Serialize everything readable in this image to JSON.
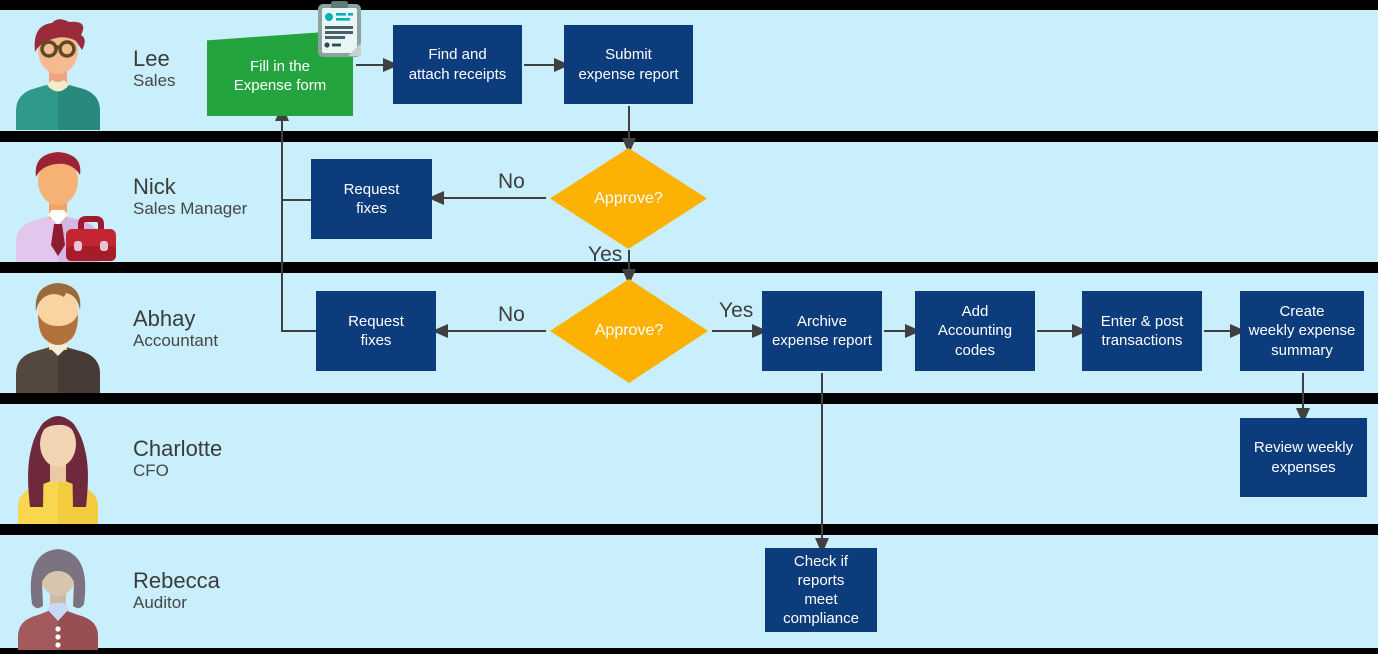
{
  "colors": {
    "lane_background": "#c8effb",
    "separator": "#000000",
    "process_box": "#0c3c7c",
    "start_box_green": "#24a43f",
    "decision_diamond": "#fcb103",
    "connector": "#404040",
    "node_text": "#ffffff",
    "label_text": "#3d3d3d"
  },
  "lanes": [
    {
      "name": "Lee",
      "role": "Sales"
    },
    {
      "name": "Nick",
      "role": "Sales Manager"
    },
    {
      "name": "Abhay",
      "role": "Accountant"
    },
    {
      "name": "Charlotte",
      "role": "CFO"
    },
    {
      "name": "Rebecca",
      "role": "Auditor"
    }
  ],
  "nodes": {
    "fill_form": {
      "label": "Fill in the\nExpense form",
      "type": "start"
    },
    "find_receipts": {
      "label": "Find and\nattach receipts",
      "type": "process"
    },
    "submit_report": {
      "label": "Submit\nexpense report",
      "type": "process"
    },
    "approve_manager": {
      "label": "Approve?",
      "type": "decision"
    },
    "request_fixes_manager": {
      "label": "Request\nfixes",
      "type": "process"
    },
    "approve_accountant": {
      "label": "Approve?",
      "type": "decision"
    },
    "request_fixes_accountant": {
      "label": "Request\nfixes",
      "type": "process"
    },
    "archive_report": {
      "label": "Archive\nexpense report",
      "type": "process"
    },
    "add_codes": {
      "label": "Add\nAccounting\ncodes",
      "type": "process"
    },
    "enter_post": {
      "label": "Enter & post\ntransactions",
      "type": "process"
    },
    "create_summary": {
      "label": "Create\nweekly expense\nsummary",
      "type": "process"
    },
    "review_weekly": {
      "label": "Review weekly\nexpenses",
      "type": "process"
    },
    "check_compliance": {
      "label": "Check if\nreports\nmeet\ncompliance",
      "type": "process"
    }
  },
  "edge_labels": {
    "approve_manager_no": "No",
    "approve_manager_yes": "Yes",
    "approve_accountant_no": "No",
    "approve_accountant_yes": "Yes"
  },
  "icons": {
    "expense_form_icon": "clipboard-receipt"
  }
}
